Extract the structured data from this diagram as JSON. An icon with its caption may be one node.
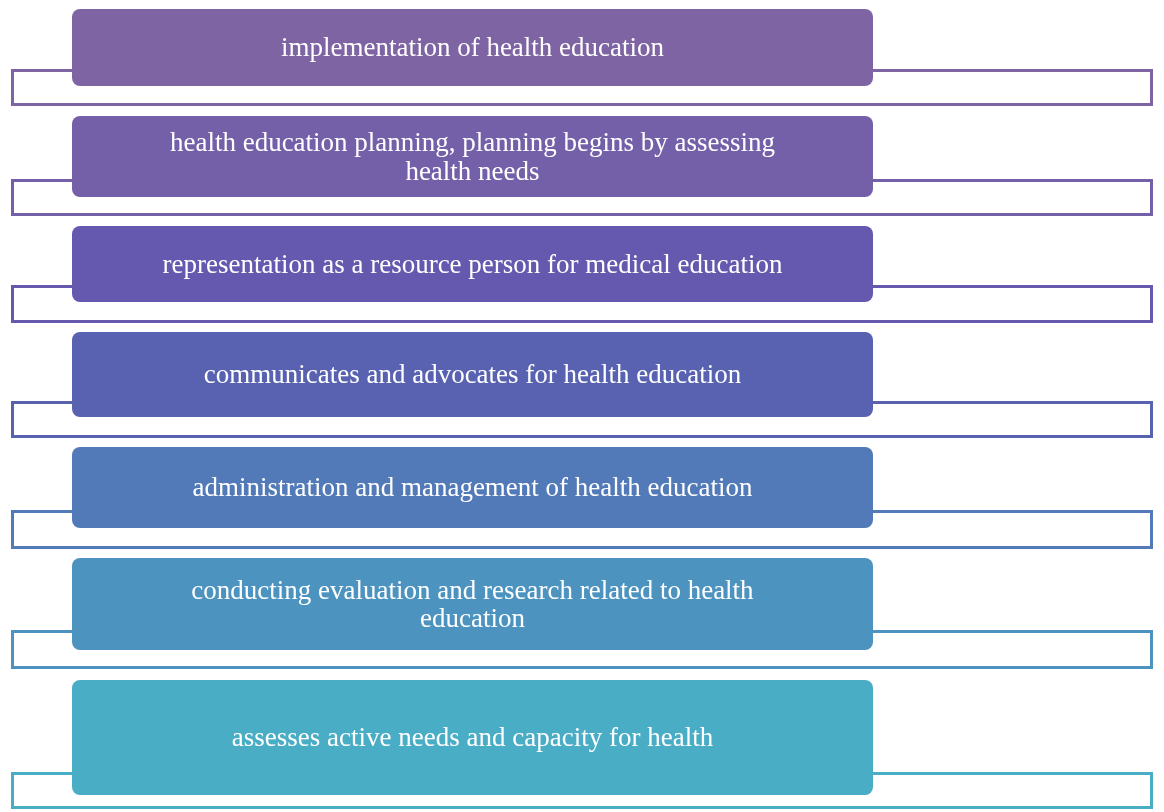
{
  "diagram": {
    "nodes": [
      {
        "text": [],
        "shape": "box"
      },
      {
        "text": [
          "implementation of health education"
        ]
      },
      {
        "text": [],
        "shape": "box"
      },
      {
        "text": [
          "health education planning, planning begins by assessing health needs"
        ]
      },
      {
        "text": [],
        "shape": "box"
      },
      {
        "text": [
          "representation as a resource person for medical education"
        ]
      },
      {
        "text": [],
        "shape": "box"
      },
      {
        "text": [
          "communicates and advocates for health education"
        ]
      },
      {
        "text": [],
        "shape": "box"
      },
      {
        "text": [
          "administration and management of health education"
        ]
      },
      {
        "text": [],
        "shape": "box"
      },
      {
        "text": [
          "conducting evaluation and research related to health education"
        ]
      },
      {
        "text": [],
        "shape": "box"
      },
      {
        "text": [
          "assesses active needs and capacity for health"
        ]
      }
    ]
  }
}
